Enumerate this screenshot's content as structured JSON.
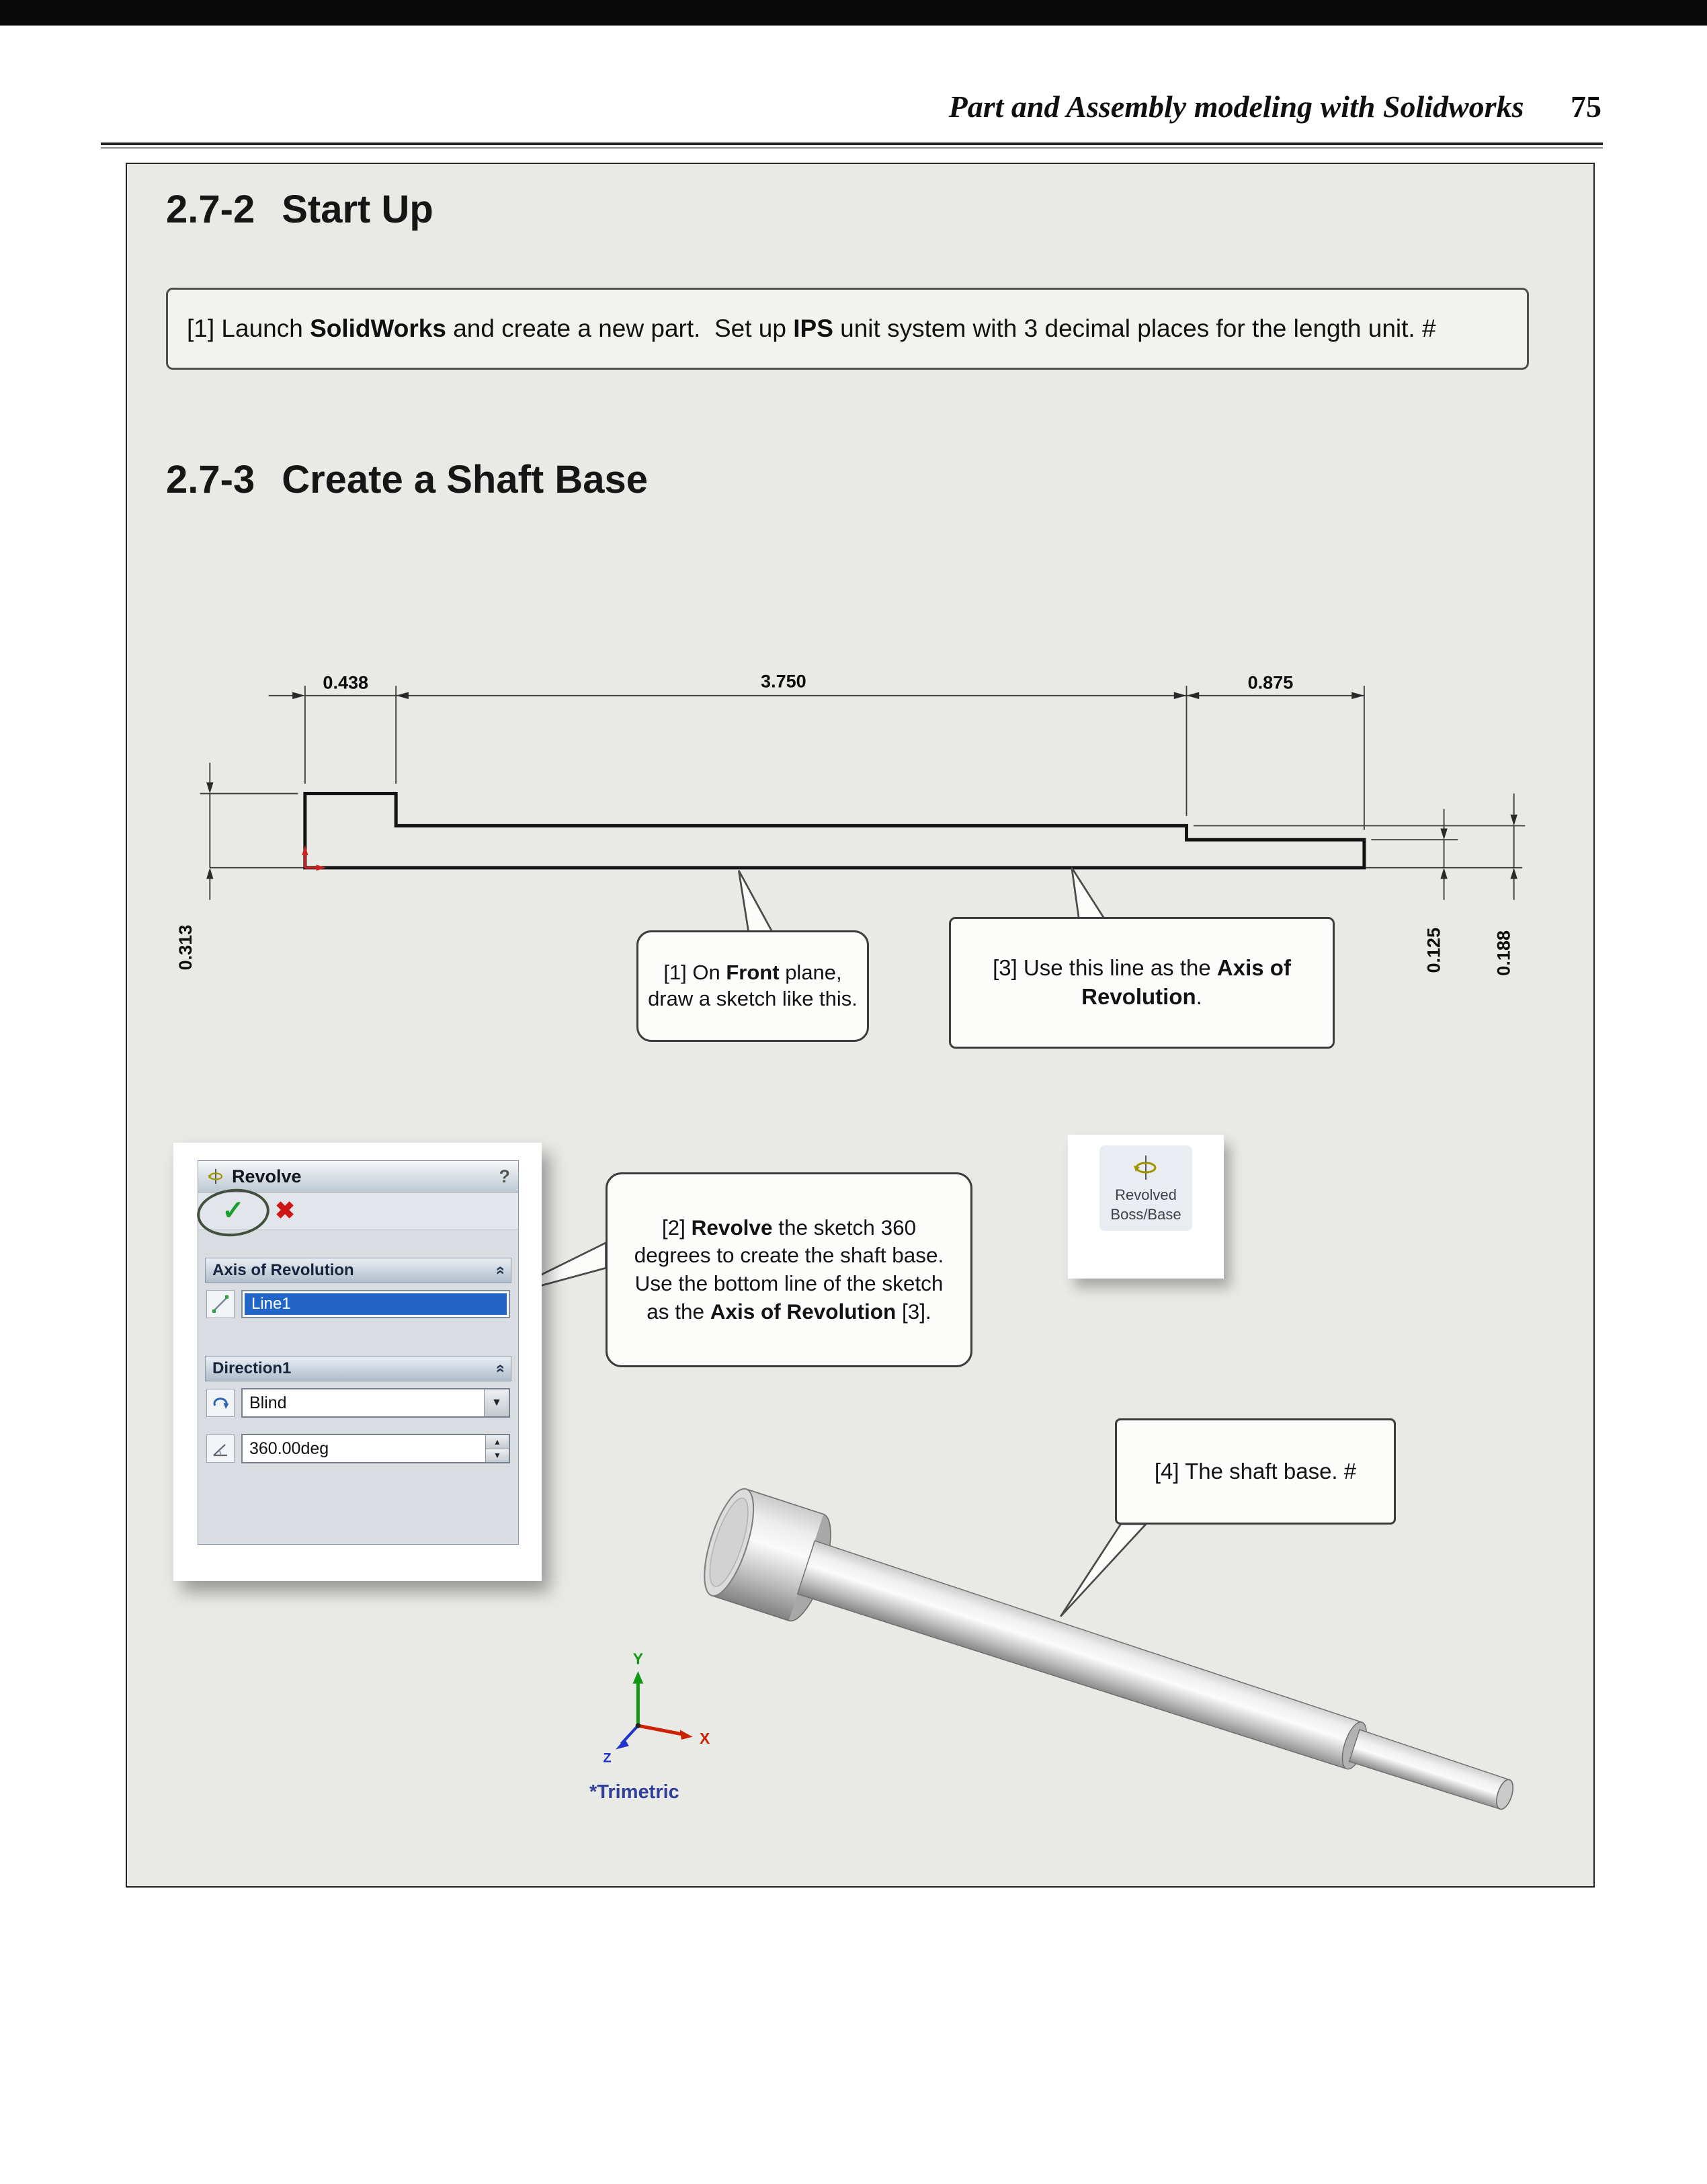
{
  "header": {
    "title": "Part and Assembly modeling with Solidworks",
    "page_number": "75"
  },
  "sections": {
    "s272": {
      "number": "2.7-2",
      "title": "Start Up"
    },
    "s273": {
      "number": "2.7-3",
      "title": "Create a Shaft Base"
    },
    "step1": {
      "p1": "[1] Launch ",
      "b1": "SolidWorks",
      "p2": " and create a new part.  Set up ",
      "b2": "IPS",
      "p3": " unit system with 3 decimal places for the length unit. #"
    }
  },
  "drawing": {
    "dim_width_head": "0.438",
    "dim_width_body": "3.750",
    "dim_width_end": "0.875",
    "dim_radius_head": "0.313",
    "dim_radius_end": "0.125",
    "dim_radius_body": "0.188"
  },
  "callouts": {
    "c1": {
      "p1": "[1] On ",
      "b1": "Front",
      "p2": " plane, draw a sketch like this."
    },
    "c3": {
      "p1": "[3] Use this line as the ",
      "b1": "Axis of Revolution",
      "p2": "."
    },
    "c2": {
      "p1": "[2] ",
      "b1": "Revolve",
      "p2": " the sketch 360 degrees to create the shaft base.  Use the bottom line of the sketch as the ",
      "b2": "Axis of Revolution",
      "p3": " [3]."
    },
    "c4": {
      "p1": "[4] The shaft base. #"
    }
  },
  "panel": {
    "title": "Revolve",
    "help": "?",
    "axis_header": "Axis of Revolution",
    "axis_value": "Line1",
    "direction_header": "Direction1",
    "direction_value": "Blind",
    "angle_value": "360.00deg",
    "icons": {
      "confirm": "✓",
      "cancel": "✖",
      "collapse_chevron": "»",
      "dropdown_arrow": "▼",
      "spinner_up": "▲",
      "spinner_down": "▼"
    }
  },
  "toolbar_button": {
    "line1": "Revolved",
    "line2": "Boss/Base"
  },
  "view": {
    "label": "*Trimetric"
  },
  "triad": {
    "x": "X",
    "y": "Y",
    "z": "Z"
  },
  "colors": {
    "selection_blue": "#2166c6",
    "check_green": "#1a9e2c",
    "cancel_red": "#cf1616",
    "revolve_olive": "#a09500"
  }
}
